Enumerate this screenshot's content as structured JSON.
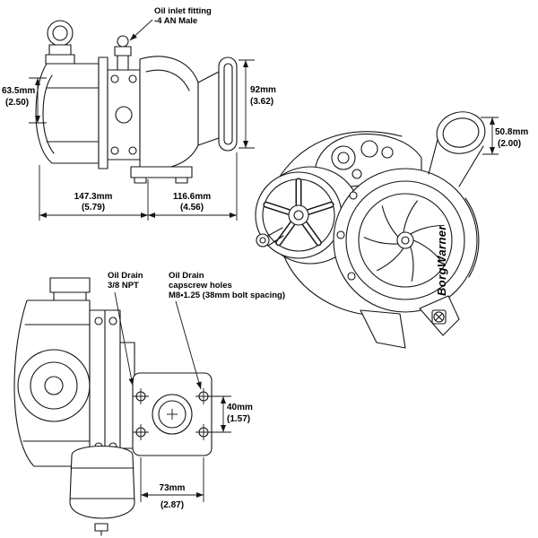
{
  "colors": {
    "line": "#151515",
    "background": "#ffffff"
  },
  "views": {
    "side": {
      "oil_inlet": {
        "line1": "Oil inlet fitting",
        "line2": "-4 AN Male"
      },
      "dim_inlet_height": {
        "mm": "63.5mm",
        "in": "(2.50)"
      },
      "dim_turbine_flange": {
        "mm": "92mm",
        "in": "(3.62)"
      },
      "dim_length_left": {
        "mm": "147.3mm",
        "in": "(5.79)"
      },
      "dim_length_right": {
        "mm": "116.6mm",
        "in": "(4.56)"
      }
    },
    "perspective": {
      "brand": "BorgWarner",
      "dim_outlet": {
        "mm": "50.8mm",
        "in": "(2.00)"
      }
    },
    "rear": {
      "oil_drain": {
        "line1": "Oil Drain",
        "line2": "3/8 NPT"
      },
      "capscrew": {
        "line1": "Oil Drain",
        "line2": "capscrew holes",
        "line3": "M8•1.25 (38mm bolt spacing)"
      },
      "dim_bolt_vertical": {
        "mm": "40mm",
        "in": "(1.57)"
      },
      "dim_bolt_horizontal": {
        "mm": "73mm",
        "in": "(2.87)"
      }
    }
  }
}
